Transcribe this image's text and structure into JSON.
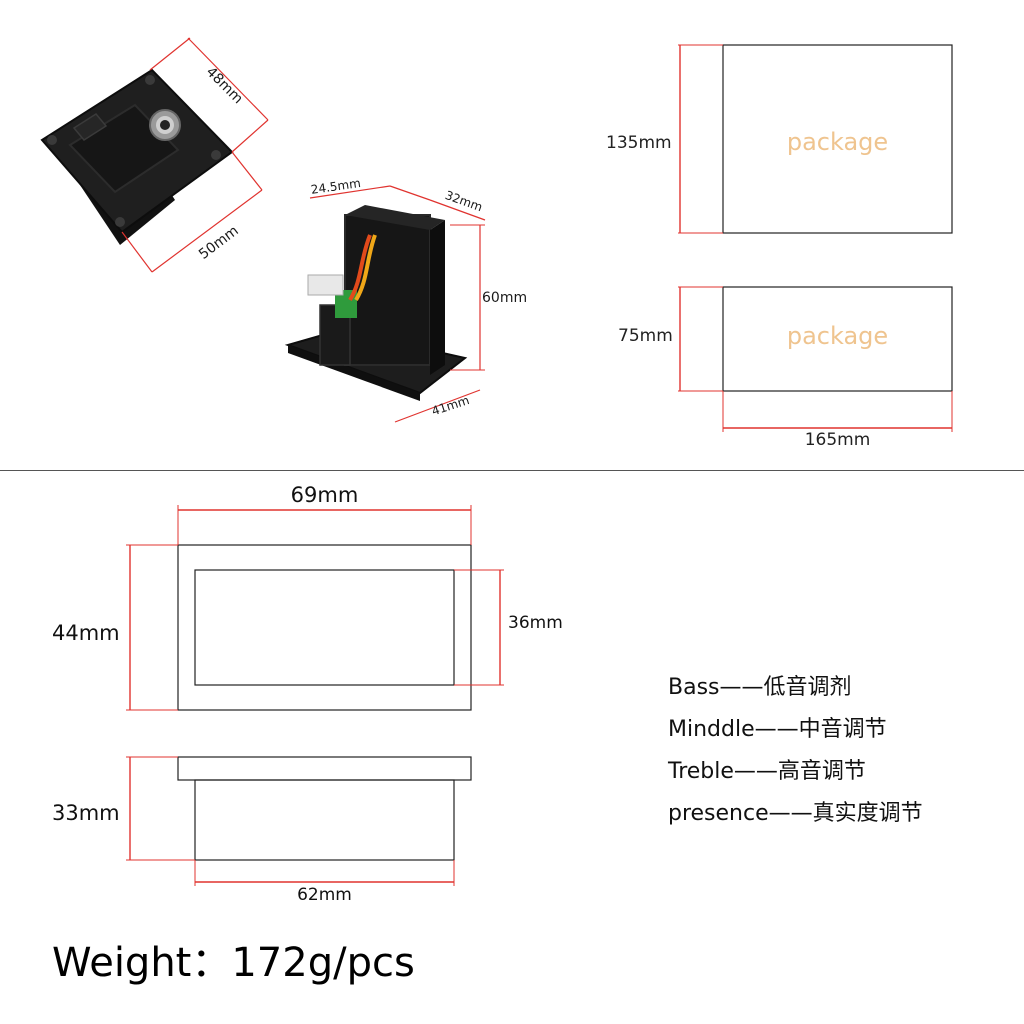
{
  "top_left": {
    "dim_top": "48mm",
    "dim_side": "50mm"
  },
  "top_middle": {
    "dim_width": "24.5mm",
    "dim_depth": "32mm",
    "dim_height": "60mm",
    "dim_base": "41mm"
  },
  "packages": {
    "big": {
      "label": "package",
      "height": "135mm"
    },
    "small": {
      "label": "package",
      "height": "75mm",
      "width": "165mm"
    }
  },
  "front_view": {
    "outer_width": "69mm",
    "outer_height": "44mm",
    "inner_height": "36mm"
  },
  "side_view": {
    "height": "33mm",
    "bottom_width": "62mm"
  },
  "legend": [
    "Bass——低音调剂",
    "Minddle——中音调节",
    "Treble——高音调节",
    "presence——真实度调节"
  ],
  "weight": "Weight：172g/pcs",
  "colors": {
    "dimension_line": "#e0332f",
    "package_text": "#efc48f",
    "outline": "#222222",
    "divider": "#555555",
    "product": "#1b1b1b"
  }
}
